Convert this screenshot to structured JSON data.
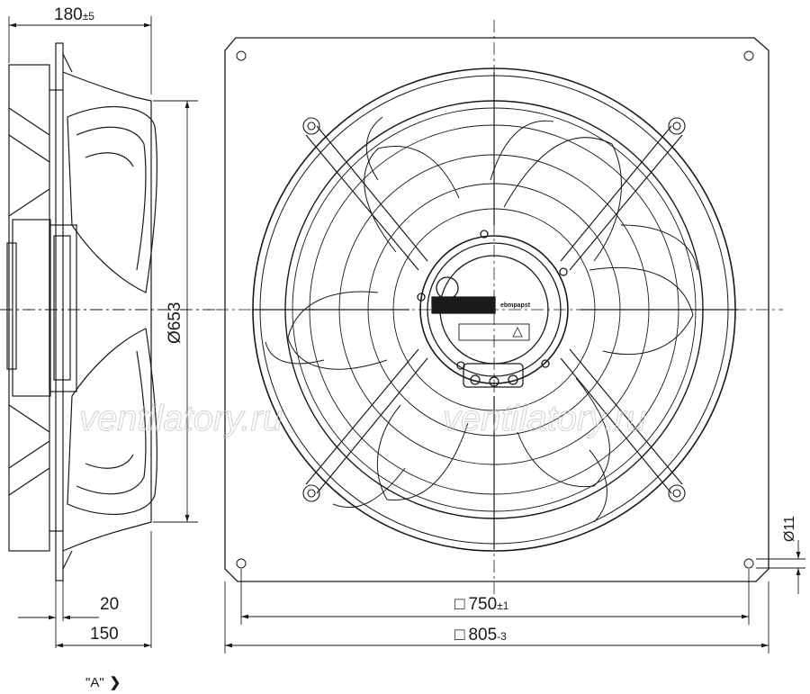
{
  "dimensions": {
    "depth": {
      "main": "180",
      "tol": "±5"
    },
    "diameter": "Ø653",
    "hole": "Ø11",
    "flange_thk": "20",
    "motor_depth": "150",
    "hole_spacing": {
      "prefix": "□",
      "main": "750",
      "tol": "±1"
    },
    "plate_size": {
      "prefix": "□",
      "main": "805",
      "tol": "-3"
    }
  },
  "view_marker": {
    "label": "\"A\"",
    "arrow": "❯"
  },
  "brand_text": "ebmpapst",
  "watermarks": [
    "ventilatory.ru",
    "ventilatory.ru"
  ],
  "colors": {
    "line": "#1a1a1a",
    "watermark": "#c8c8c8"
  }
}
